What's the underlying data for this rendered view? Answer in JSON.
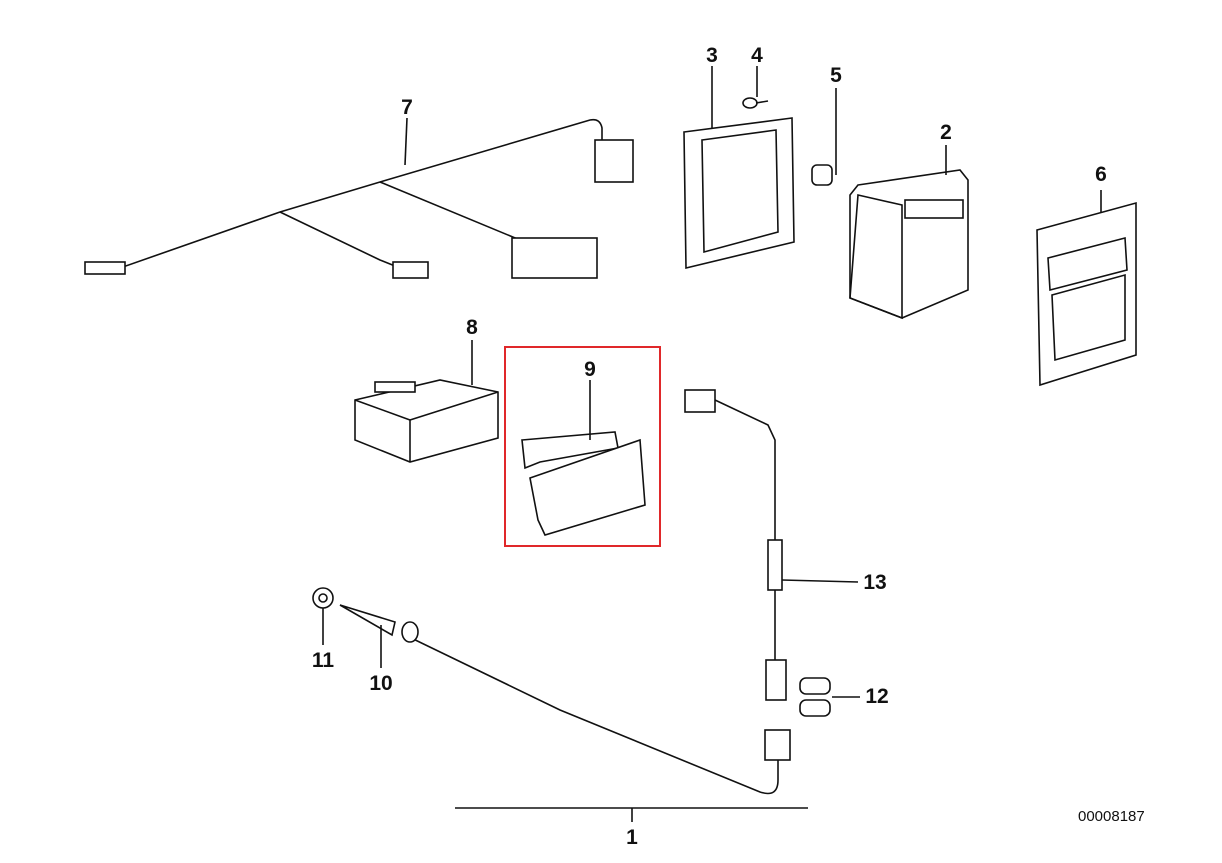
{
  "diagram": {
    "labels": {
      "p1": "1",
      "p2": "2",
      "p3": "3",
      "p4": "4",
      "p5": "5",
      "p6": "6",
      "p7": "7",
      "p8": "8",
      "p9": "9",
      "p10": "10",
      "p11": "11",
      "p12": "12",
      "p13": "13"
    },
    "reference_number": "00008187",
    "highlighted_part": "9",
    "highlight_color": "#e0282a"
  }
}
